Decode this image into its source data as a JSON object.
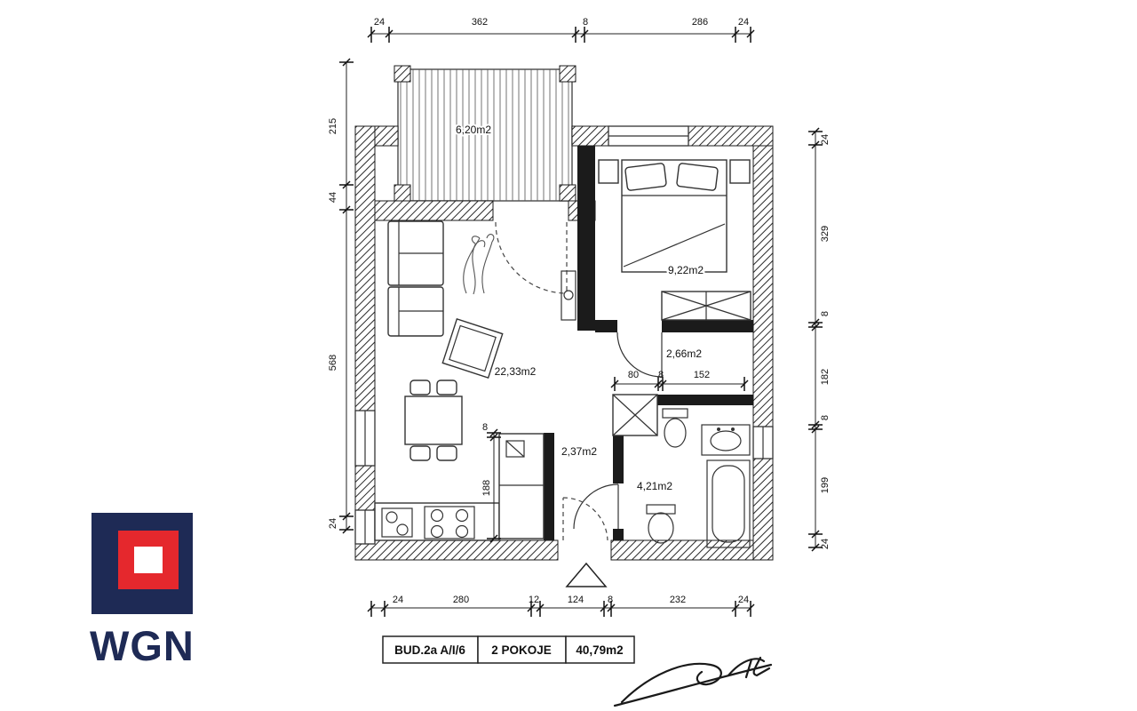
{
  "colors": {
    "navy": "#1e2a55",
    "red": "#e5282d",
    "ink": "#1b1b1b"
  },
  "logo": {
    "text": "WGN"
  },
  "title_block": {
    "unit": "BUD.2a  A/I/6",
    "rooms": "2 POKOJE",
    "total_area": "40,79m2"
  },
  "areas": {
    "balcony": "6,20m2",
    "bedroom": "9,22m2",
    "living_room": "22,33m2",
    "corridor": "2,66m2",
    "hall": "2,37m2",
    "bathroom": "4,21m2"
  },
  "dimensions": {
    "top": [
      "24",
      "362",
      "8",
      "286",
      "24"
    ],
    "bottom": [
      "24",
      "280",
      "12",
      "124",
      "8",
      "232",
      "24"
    ],
    "left": [
      "215",
      "44",
      "568",
      "24"
    ],
    "right": [
      "24",
      "329",
      "8",
      "182",
      "8",
      "199",
      "24"
    ],
    "corridor": [
      "80",
      "8",
      "152"
    ],
    "kitchen": [
      "8",
      "188"
    ]
  }
}
